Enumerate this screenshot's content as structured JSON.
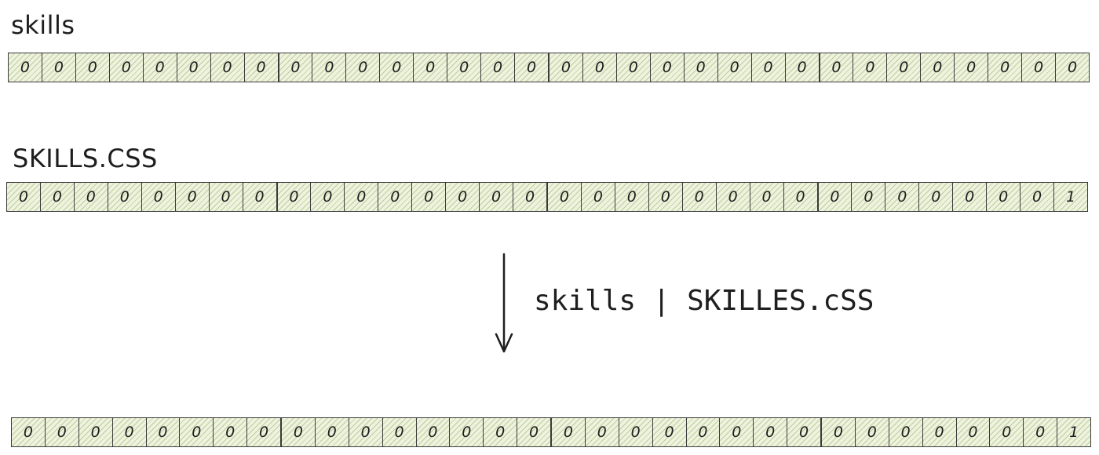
{
  "rows": [
    {
      "id": "skills",
      "label": "skills",
      "bits": [
        "0",
        "0",
        "0",
        "0",
        "0",
        "0",
        "0",
        "0",
        "0",
        "0",
        "0",
        "0",
        "0",
        "0",
        "0",
        "0",
        "0",
        "0",
        "0",
        "0",
        "0",
        "0",
        "0",
        "0",
        "0",
        "0",
        "0",
        "0",
        "0",
        "0",
        "0",
        "0"
      ]
    },
    {
      "id": "skills-css",
      "label": "SKILLS.CSS",
      "bits": [
        "0",
        "0",
        "0",
        "0",
        "0",
        "0",
        "0",
        "0",
        "0",
        "0",
        "0",
        "0",
        "0",
        "0",
        "0",
        "0",
        "0",
        "0",
        "0",
        "0",
        "0",
        "0",
        "0",
        "0",
        "0",
        "0",
        "0",
        "0",
        "0",
        "0",
        "0",
        "1"
      ]
    },
    {
      "id": "result",
      "label": "",
      "bits": [
        "0",
        "0",
        "0",
        "0",
        "0",
        "0",
        "0",
        "0",
        "0",
        "0",
        "0",
        "0",
        "0",
        "0",
        "0",
        "0",
        "0",
        "0",
        "0",
        "0",
        "0",
        "0",
        "0",
        "0",
        "0",
        "0",
        "0",
        "0",
        "0",
        "0",
        "0",
        "1"
      ]
    }
  ],
  "operation": {
    "label": "skills | SKILLES.cSS"
  },
  "colors": {
    "cell_fill": "#eef3dd",
    "hatch": "#96aa6e",
    "stroke": "#3b3b3b",
    "text": "#1e1e1e"
  }
}
